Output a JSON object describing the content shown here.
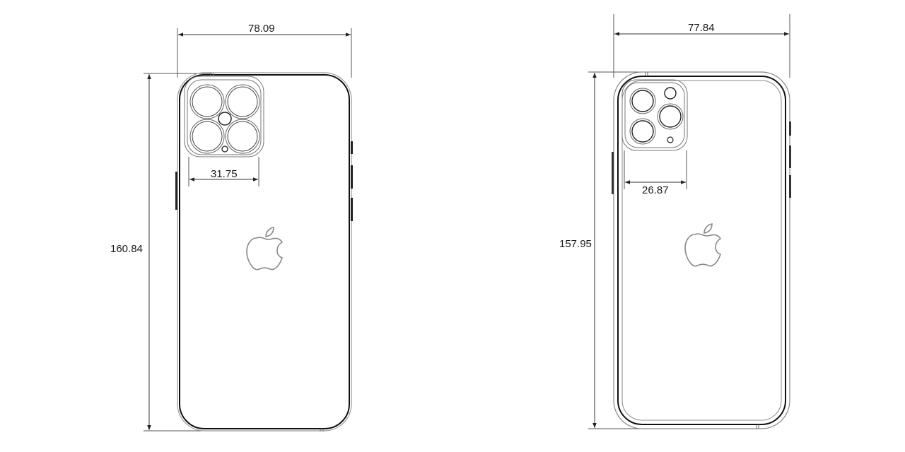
{
  "drawing": {
    "units": "mm",
    "colors": {
      "stroke_dark": "#1a1a1a",
      "stroke_light": "#7a7a7a",
      "dim_line": "#555555",
      "background": "#ffffff"
    },
    "phones": [
      {
        "id": "left-phone",
        "camera_layout": "4-lens square bump with center flash",
        "dimensions": {
          "width": "78.09",
          "height": "160.84",
          "camera_bump_width": "31.75"
        }
      },
      {
        "id": "right-phone",
        "camera_layout": "3-lens square bump with flash and mic",
        "dimensions": {
          "width": "77.84",
          "height": "157.95",
          "camera_bump_width": "26.87"
        }
      }
    ],
    "icons": [
      "apple-logo-icon",
      "apple-logo-icon"
    ]
  }
}
